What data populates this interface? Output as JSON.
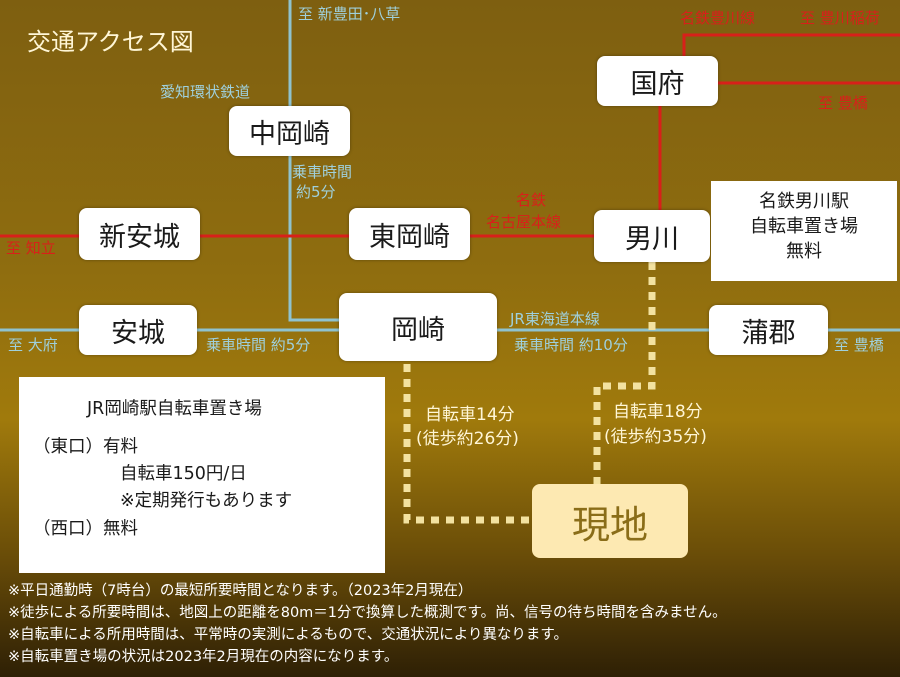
{
  "title": "交通アクセス図",
  "stations": {
    "kokufu": "国府",
    "nakaokazaki": "中岡崎",
    "shinanjo": "新安城",
    "higashiokazaki": "東岡崎",
    "otogawa": "男川",
    "anjo": "安城",
    "okazaki": "岡崎",
    "gamagori": "蒲郡"
  },
  "labels": {
    "to_shintoyota": "至 新豊田･八草",
    "aichi_kanjo": "愛知環状鉄道",
    "meitetsu_toyokawa": "名鉄豊川線",
    "to_toyokawainari": "至 豊川稲荷",
    "to_toyohashi_red": "至 豊橋",
    "ride_time_5_line1": "乗車時間",
    "ride_time_5_line2": "約5分",
    "meitetsu_line1": "名鉄",
    "meitetsu_line2": "名古屋本線",
    "to_chiryu": "至 知立",
    "jr_tokaido": "JR東海道本線",
    "to_obu": "至 大府",
    "ride_anjo": "乗車時間 約5分",
    "ride_gamagori": "乗車時間 約10分",
    "to_toyohashi_blue": "至 豊橋",
    "bike14": "自転車14分",
    "walk26": "(徒歩約26分)",
    "bike18": "自転車18分",
    "walk35": "(徒歩約35分)"
  },
  "destination": "現地",
  "otogawa_parking": {
    "line1": "名鉄男川駅",
    "line2": "自転車置き場",
    "line3": "無料"
  },
  "jr_parking": {
    "title": "JR岡崎駅自転車置き場",
    "east_label": "（東口）有料",
    "east_price": "自転車150円/日",
    "east_note": "※定期発行もあります",
    "west_label": "（西口）無料"
  },
  "notes": [
    "※平日通勤時（7時台）の最短所要時間となります。（2023年2月現在）",
    "※徒歩による所要時間は、地図上の距離を80m＝1分で換算した概測です。尚、信号の待ち時間を含みません。",
    "※自転車による所用時間は、平常時の実測によるもので、交通状況により異なります。",
    "※自転車置き場の状況は2023年2月現在の内容になります。"
  ],
  "colors": {
    "meitetsu_red": "#d8201a",
    "jr_blue": "#8fc3cf",
    "route_dots": "#f3e2a0",
    "destination_bg": "#fde9b2"
  }
}
